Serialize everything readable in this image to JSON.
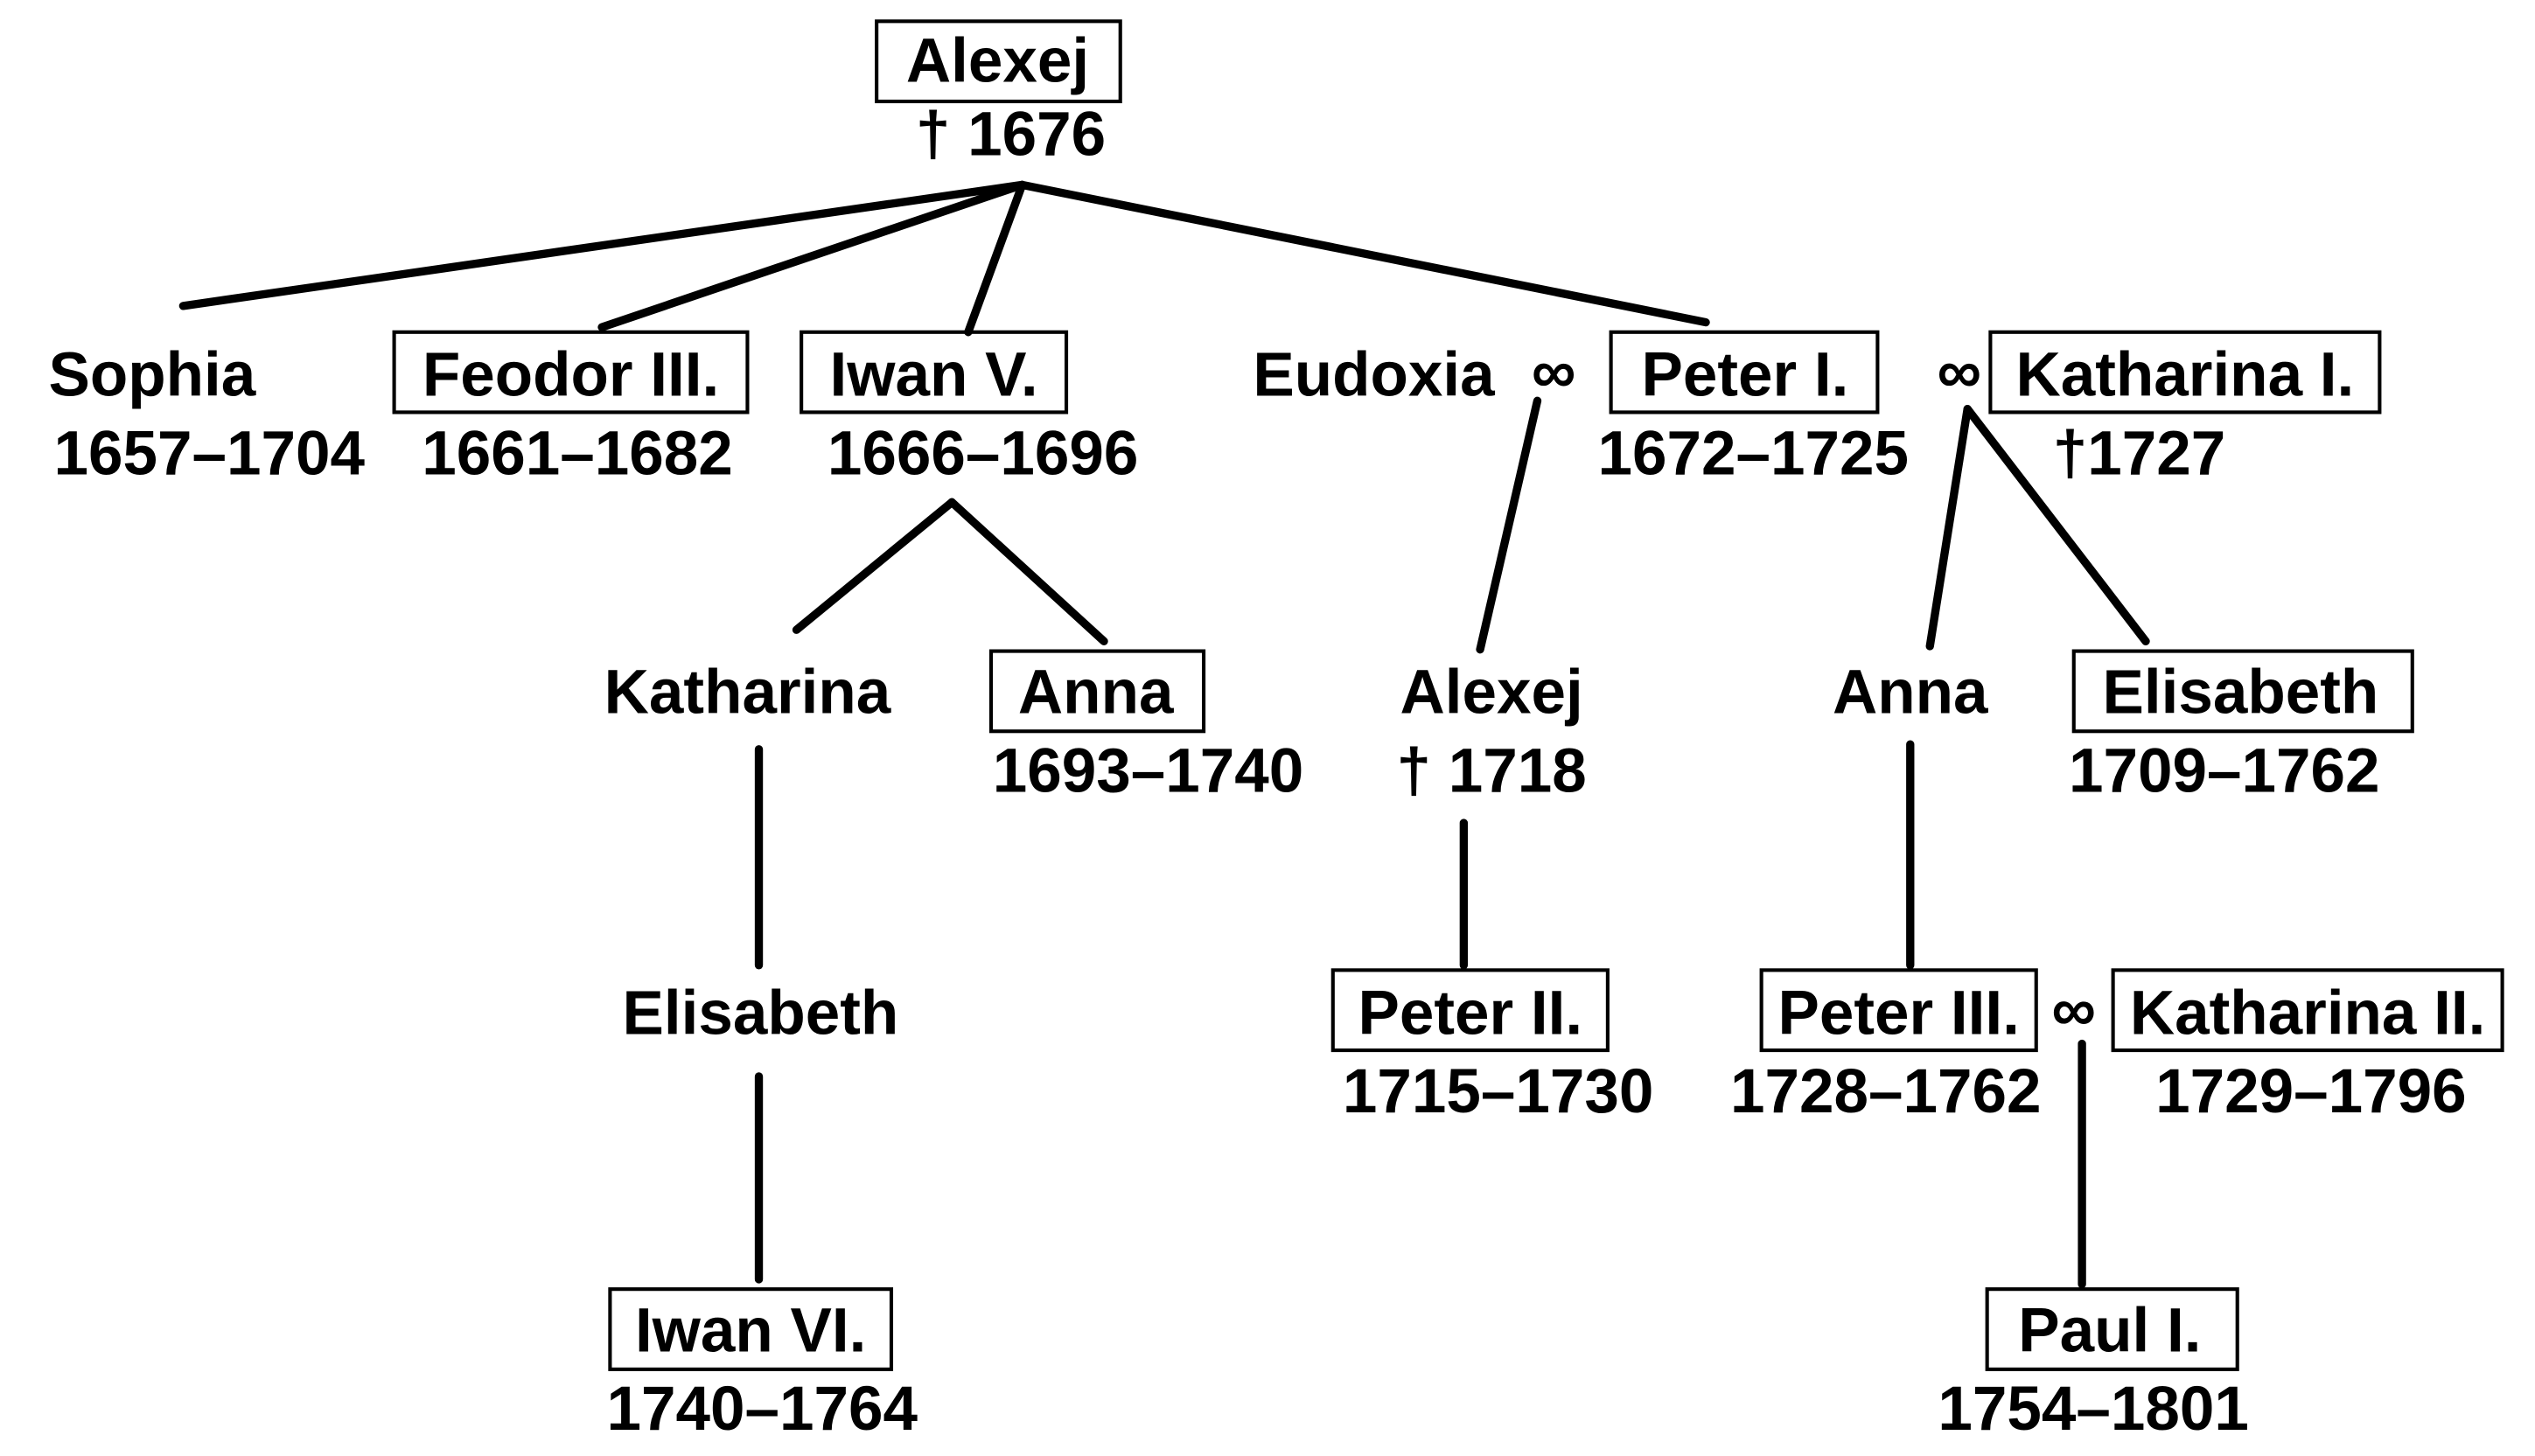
{
  "title": "Family tree of the Romanov tsars",
  "marriage_symbol": "∞",
  "persons": {
    "alexej_root": {
      "name": "Alexej",
      "dates": "† 1676",
      "ruler": true
    },
    "sophia": {
      "name": "Sophia",
      "dates": "1657–1704",
      "ruler": false
    },
    "feodor3": {
      "name": "Feodor III.",
      "dates": "1661–1682",
      "ruler": true
    },
    "iwan5": {
      "name": "Iwan V.",
      "dates": "1666–1696",
      "ruler": true
    },
    "eudoxia": {
      "name": "Eudoxia",
      "ruler": false
    },
    "peter1": {
      "name": "Peter I.",
      "dates": "1672–1725",
      "ruler": true
    },
    "katharina1": {
      "name": "Katharina I.",
      "dates": "†1727",
      "ruler": true
    },
    "katharina": {
      "name": "Katharina",
      "ruler": false
    },
    "anna_iw": {
      "name": "Anna",
      "dates": "1693–1740",
      "ruler": true
    },
    "alexej_son": {
      "name": "Alexej",
      "dates": "† 1718",
      "ruler": false
    },
    "anna_pe": {
      "name": "Anna",
      "ruler": false
    },
    "elisabeth_pe": {
      "name": "Elisabeth",
      "dates": "1709–1762",
      "ruler": true
    },
    "elisabeth_k": {
      "name": "Elisabeth",
      "ruler": false
    },
    "peter2": {
      "name": "Peter II.",
      "dates": "1715–1730",
      "ruler": true
    },
    "peter3": {
      "name": "Peter III.",
      "dates": "1728–1762",
      "ruler": true
    },
    "katharina2": {
      "name": "Katharina II.",
      "dates": "1729–1796",
      "ruler": true
    },
    "iwan6": {
      "name": "Iwan VI.",
      "dates": "1740–1764",
      "ruler": true
    },
    "paul1": {
      "name": "Paul I.",
      "dates": "1754–1801",
      "ruler": true
    }
  }
}
